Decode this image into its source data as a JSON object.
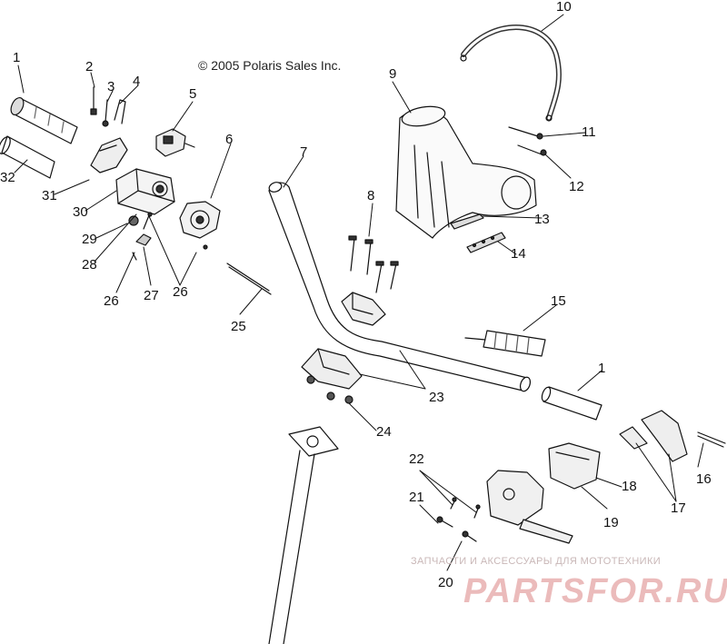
{
  "copyright": "© 2005 Polaris Sales Inc.",
  "watermark": {
    "caption": "ЗАПЧАСТИ И АКСЕССУАРЫ ДЛЯ МОТОТЕХНИКИ",
    "logo": "PARTSFOR.RU"
  },
  "callouts": [
    "1",
    "2",
    "3",
    "4",
    "5",
    "6",
    "7",
    "8",
    "9",
    "10",
    "11",
    "12",
    "13",
    "14",
    "15",
    "1",
    "16",
    "17",
    "18",
    "19",
    "20",
    "21",
    "22",
    "23",
    "24",
    "25",
    "26",
    "26",
    "27",
    "28",
    "29",
    "30",
    "31",
    "32"
  ],
  "colors": {
    "line": "#111111",
    "watermark": "#e8b0b0"
  }
}
